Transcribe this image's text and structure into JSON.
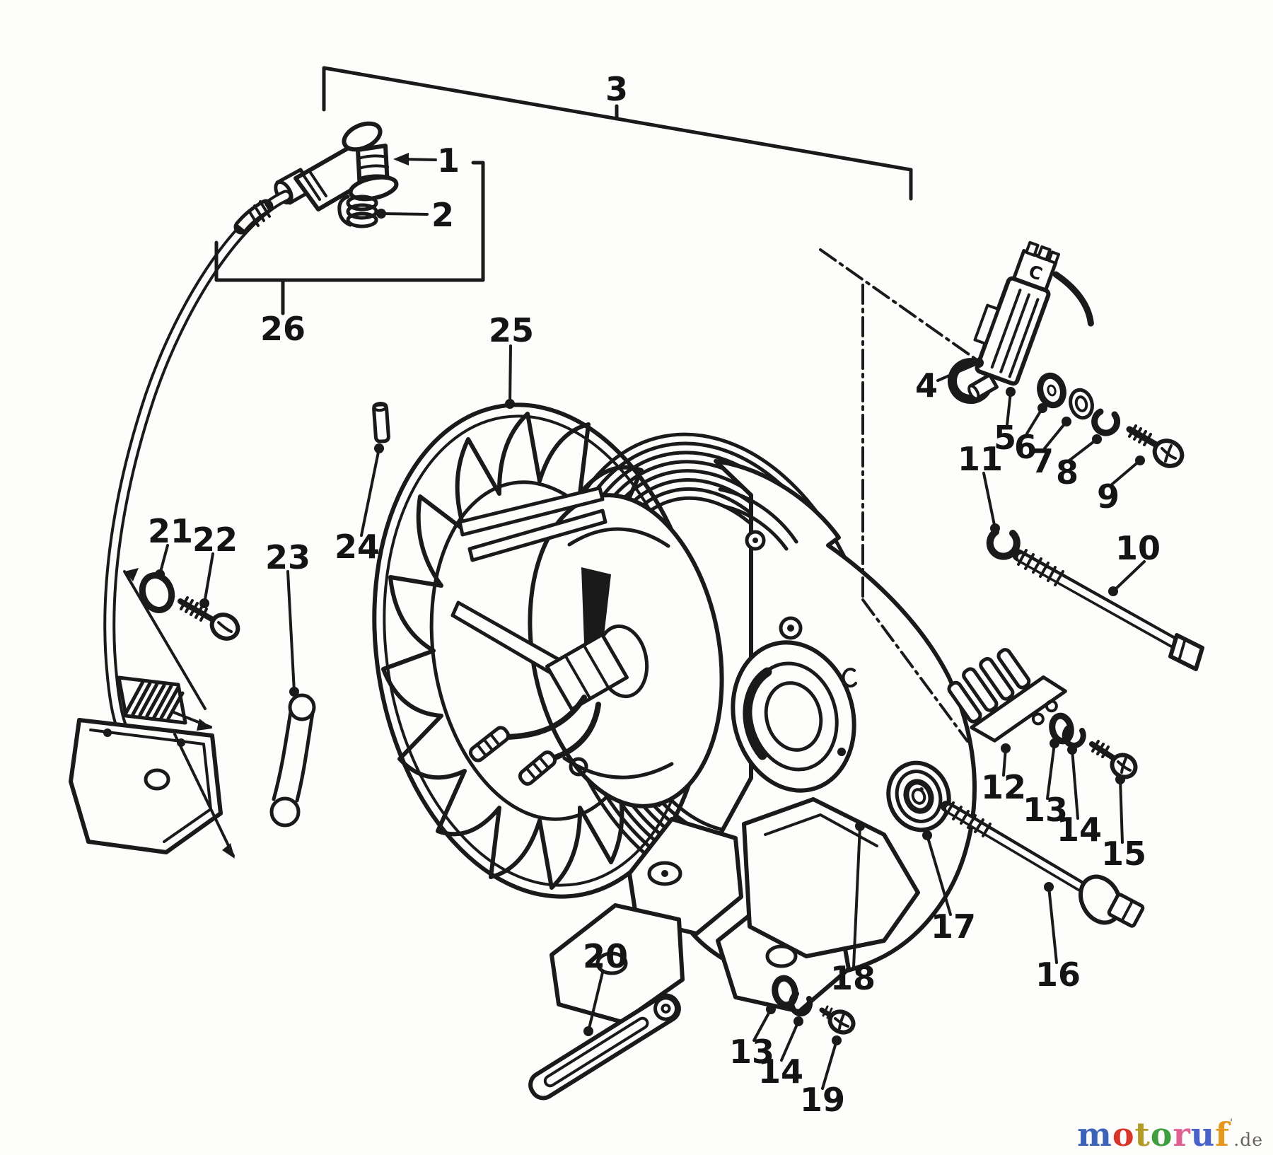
{
  "figure": {
    "type": "exploded_parts_diagram",
    "subject": "engine magneto / generator assembly",
    "background_color": "#fdfdfc",
    "ink_color": "#1a1a1a",
    "regulator_marking": "C",
    "parts": {
      "p1": {
        "label": "1"
      },
      "p2": {
        "label": "2"
      },
      "p3": {
        "label": "3"
      },
      "p4": {
        "label": "4"
      },
      "p5": {
        "label": "5"
      },
      "p6": {
        "label": "6"
      },
      "p7": {
        "label": "7"
      },
      "p8": {
        "label": "8"
      },
      "p9": {
        "label": "9"
      },
      "p10": {
        "label": "10"
      },
      "p11": {
        "label": "11"
      },
      "p12": {
        "label": "12"
      },
      "p13": {
        "label": "13"
      },
      "p14": {
        "label": "14"
      },
      "p15": {
        "label": "15"
      },
      "p16": {
        "label": "16"
      },
      "p17": {
        "label": "17"
      },
      "p18": {
        "label": "18"
      },
      "p19": {
        "label": "19"
      },
      "p20": {
        "label": "20"
      },
      "p21": {
        "label": "21"
      },
      "p22": {
        "label": "22"
      },
      "p23": {
        "label": "23"
      },
      "p24": {
        "label": "24"
      },
      "p25": {
        "label": "25"
      },
      "p26": {
        "label": "26"
      }
    }
  },
  "watermark": {
    "letters": [
      {
        "ch": "m",
        "color": "#3c63b8"
      },
      {
        "ch": "o",
        "color": "#d8342c"
      },
      {
        "ch": "t",
        "color": "#b49b26"
      },
      {
        "ch": "o",
        "color": "#3f9e3f"
      },
      {
        "ch": "r",
        "color": "#e25f93"
      },
      {
        "ch": "u",
        "color": "#4a63c9"
      },
      {
        "ch": "f",
        "color": "#e8971d"
      }
    ],
    "tm_mark": "'",
    "suffix": ".de",
    "suffix_color": "#66625c"
  }
}
